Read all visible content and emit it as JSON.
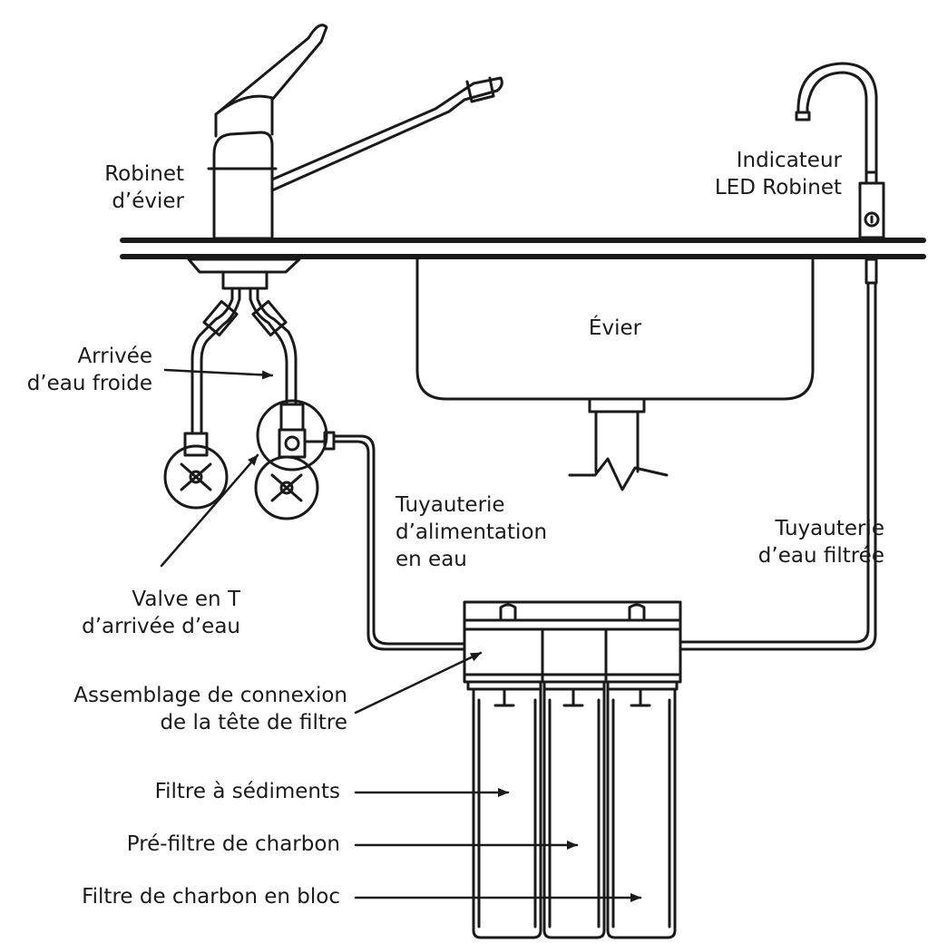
{
  "labels": {
    "sink_faucet": [
      "Robinet",
      "d’évier"
    ],
    "led_faucet": [
      "Indicateur",
      "LED Robinet"
    ],
    "sink": "Évier",
    "cold_water_inlet": [
      "Arrivée",
      "d’eau froide"
    ],
    "supply_tubing": [
      "Tuyauterie",
      "d’alimentation",
      "en eau"
    ],
    "filtered_tubing": [
      "Tuyauterie",
      "d’eau filtrée"
    ],
    "t_valve": [
      "Valve en T",
      "d’arrivée d’eau"
    ],
    "filter_head": [
      "Assemblage de connexion",
      "de la tête de filtre"
    ],
    "sediment_filter": "Filtre à sédiments",
    "carbon_prefilter": "Pré-filtre de charbon",
    "carbon_block_filter": "Filtre de charbon en bloc"
  },
  "colors": {
    "line": "#1a1a1a",
    "background": "#ffffff"
  }
}
